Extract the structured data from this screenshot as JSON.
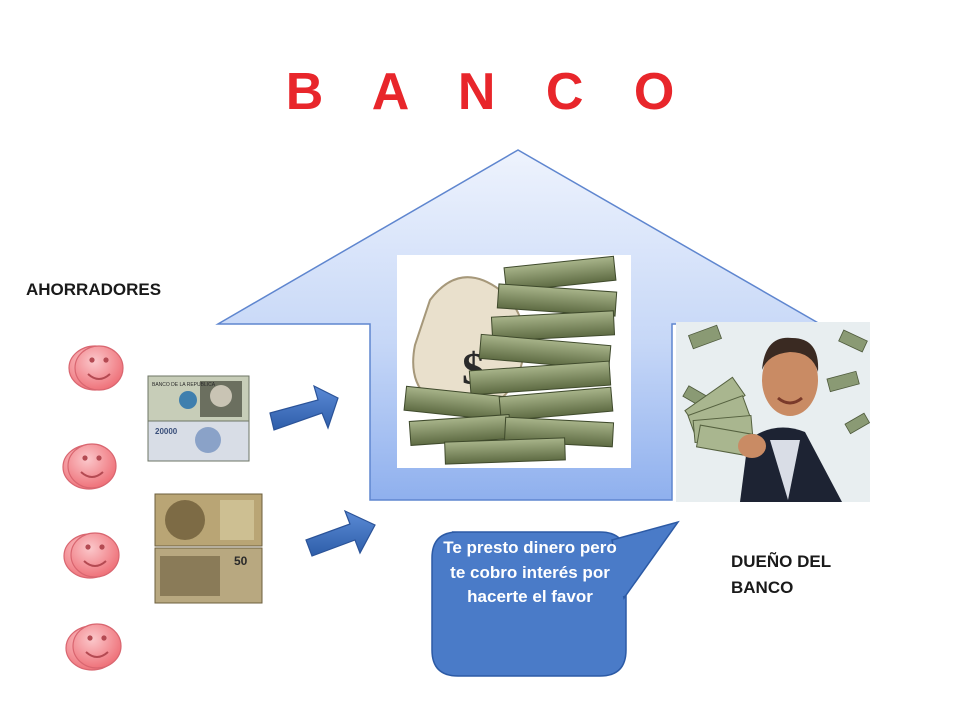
{
  "title": "B A N C O",
  "savers_label": "AHORRADORES",
  "owner_label": "DUEÑO DEL BANCO",
  "speech_bubble": "Te presto dinero pero te cobro  interés por hacerte el favor",
  "bill_top_text": "BANCO DE LA REPUBLICA",
  "bill_value_1": "20000",
  "bill_value_2": "50",
  "colors": {
    "title": "#e8262b",
    "house_fill_top": "#dde7fa",
    "house_fill_bottom": "#8fb0ee",
    "house_stroke": "#4a78c8",
    "arrow": "#3b6fc2",
    "bubble": "#4a7bc8",
    "smiley": "#f3848a"
  }
}
